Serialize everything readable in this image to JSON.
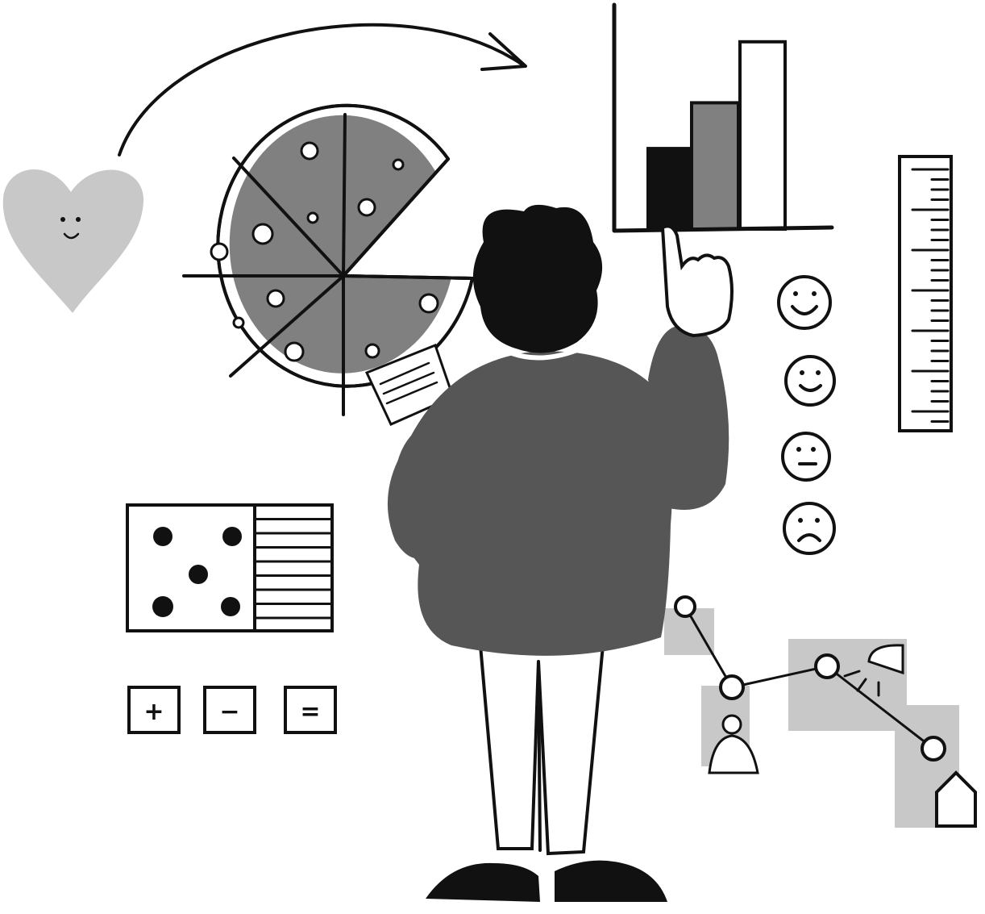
{
  "palette": {
    "ink": "#111111",
    "light_gray": "#c8c8c8",
    "mid_gray": "#808080",
    "dark_gray": "#565656",
    "paper": "#ffffff"
  },
  "illustration": {
    "bar_chart": {
      "bars": [
        {
          "relative_height": 0.37,
          "shade": "black"
        },
        {
          "relative_height": 0.58,
          "shade": "gray"
        },
        {
          "relative_height": 0.86,
          "shade": "white"
        }
      ]
    },
    "pizza_pie": {
      "slices": 8,
      "missing_slices": 1
    },
    "emoji_scale": [
      "happy-face-icon",
      "smiling-face-icon",
      "neutral-face-icon",
      "sad-face-icon"
    ],
    "calculator_symbols": [
      "+",
      "−",
      "="
    ],
    "icons": [
      "heart-icon",
      "curved-arrow-icon",
      "ruler-icon",
      "dot-card-icon",
      "person-icon",
      "house-icon",
      "lamp-icon"
    ]
  }
}
